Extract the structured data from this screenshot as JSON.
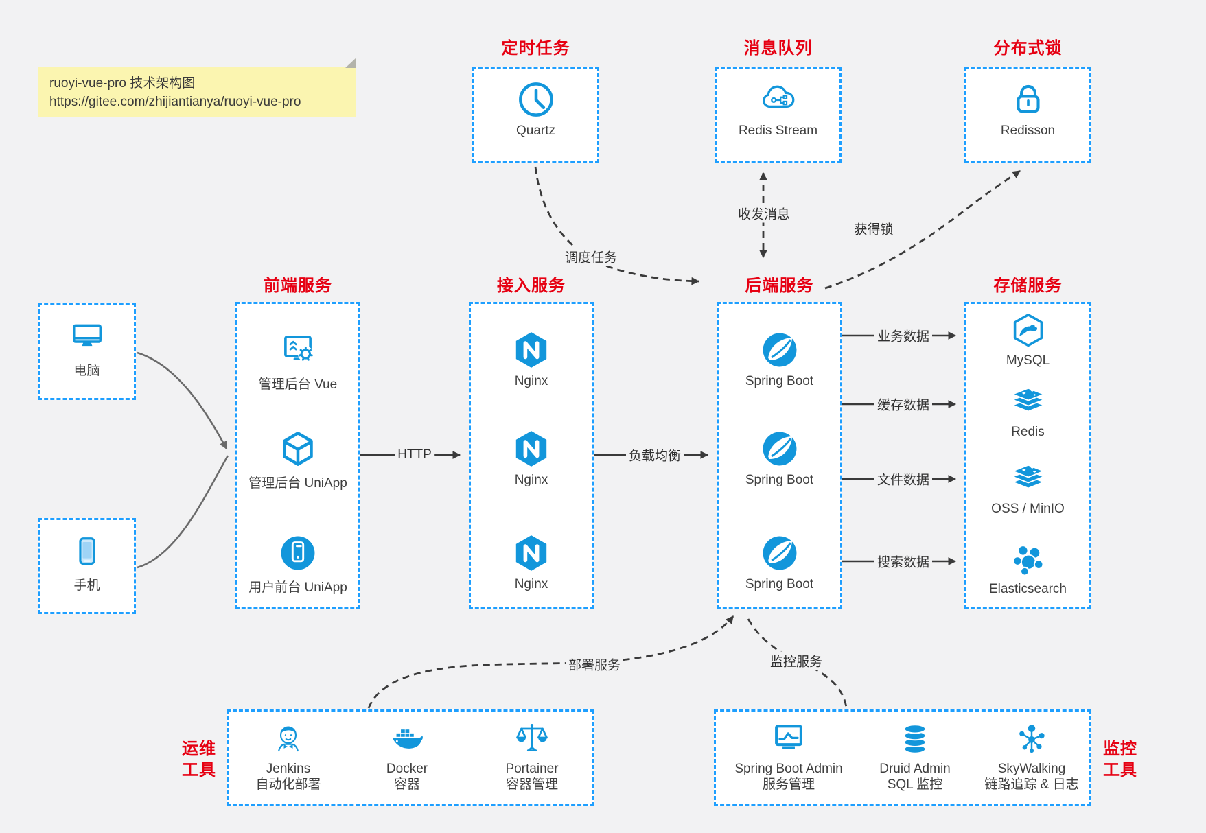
{
  "note": {
    "line1": "ruoyi-vue-pro 技术架构图",
    "line2": "https://gitee.com/zhijiantianya/ruoyi-vue-pro"
  },
  "colors": {
    "accent_blue": "#1e9fff",
    "icon_blue": "#1296db",
    "title_red": "#e60012",
    "page_bg": "#f2f2f3",
    "box_bg": "#ffffff",
    "arrow_dark": "#3a3a3a",
    "arrow_gray": "#6a6a6a",
    "note_bg": "#fbf5b0"
  },
  "top_groups": [
    {
      "title": "定时任务",
      "item": {
        "label": "Quartz",
        "icon": "clock-icon"
      }
    },
    {
      "title": "消息队列",
      "item": {
        "label": "Redis Stream",
        "icon": "cloud-network-icon"
      }
    },
    {
      "title": "分布式锁",
      "item": {
        "label": "Redisson",
        "icon": "lock-icon"
      }
    }
  ],
  "clients": [
    {
      "label": "电脑",
      "icon": "desktop-icon"
    },
    {
      "label": "手机",
      "icon": "smartphone-icon"
    }
  ],
  "main_groups": [
    {
      "title": "前端服务",
      "items": [
        {
          "label": "管理后台 Vue",
          "icon": "admin-vue-icon"
        },
        {
          "label": "管理后台 UniApp",
          "icon": "uniapp-cube-icon"
        },
        {
          "label": "用户前台 UniApp",
          "icon": "user-uniapp-icon"
        }
      ]
    },
    {
      "title": "接入服务",
      "items": [
        {
          "label": "Nginx",
          "icon": "nginx-icon"
        },
        {
          "label": "Nginx",
          "icon": "nginx-icon"
        },
        {
          "label": "Nginx",
          "icon": "nginx-icon"
        }
      ]
    },
    {
      "title": "后端服务",
      "items": [
        {
          "label": "Spring Boot",
          "icon": "spring-boot-icon"
        },
        {
          "label": "Spring Boot",
          "icon": "spring-boot-icon"
        },
        {
          "label": "Spring Boot",
          "icon": "spring-boot-icon"
        }
      ]
    },
    {
      "title": "存储服务",
      "items": [
        {
          "label": "MySQL",
          "icon": "mysql-icon"
        },
        {
          "label": "Redis",
          "icon": "redis-stack-icon"
        },
        {
          "label": "OSS / MinIO",
          "icon": "object-storage-icon"
        },
        {
          "label": "Elasticsearch",
          "icon": "elasticsearch-icon"
        }
      ]
    }
  ],
  "bottom_groups": [
    {
      "title_lines": [
        "运维",
        "工具"
      ],
      "items": [
        {
          "name": "Jenkins",
          "desc": "自动化部署",
          "icon": "jenkins-icon"
        },
        {
          "name": "Docker",
          "desc": "容器",
          "icon": "docker-icon"
        },
        {
          "name": "Portainer",
          "desc": "容器管理",
          "icon": "portainer-icon"
        }
      ]
    },
    {
      "title_lines": [
        "监控",
        "工具"
      ],
      "items": [
        {
          "name": "Spring Boot Admin",
          "desc": "服务管理",
          "icon": "spring-boot-admin-icon"
        },
        {
          "name": "Druid Admin",
          "desc": "SQL 监控",
          "icon": "druid-icon"
        },
        {
          "name": "SkyWalking",
          "desc": "链路追踪 & 日志",
          "icon": "skywalking-icon"
        }
      ]
    }
  ],
  "edge_labels": {
    "http": "HTTP",
    "load_balance": "负载均衡",
    "schedule_task": "调度任务",
    "send_receive_message": "收发消息",
    "acquire_lock": "获得锁",
    "business_data": "业务数据",
    "cache_data": "缓存数据",
    "file_data": "文件数据",
    "search_data": "搜索数据",
    "deploy_service": "部署服务",
    "monitor_service": "监控服务"
  }
}
